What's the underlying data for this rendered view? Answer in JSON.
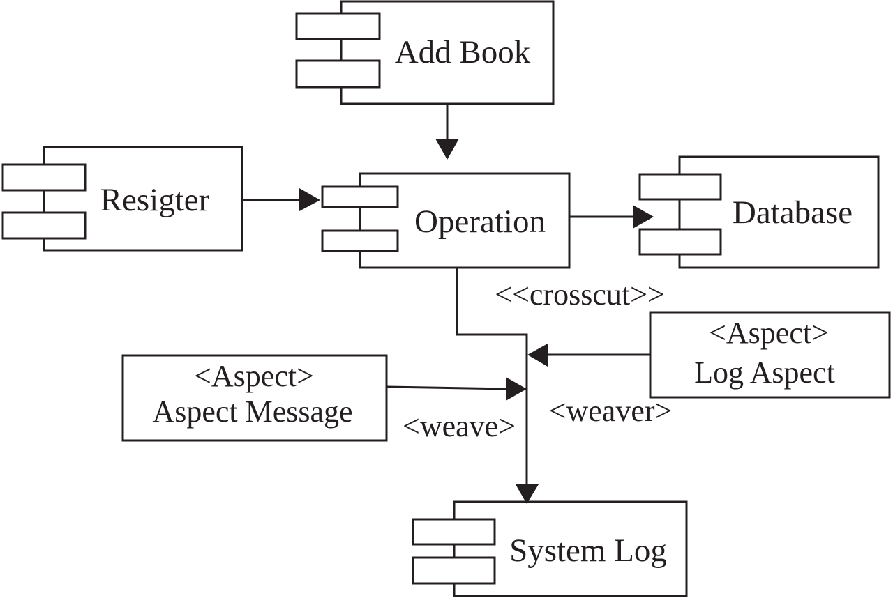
{
  "diagram": {
    "type": "UML component diagram with aspects",
    "components": {
      "add_book": "Add Book",
      "register": "Resigter",
      "operation": "Operation",
      "database": "Database",
      "system_log": "System Log"
    },
    "aspects": {
      "log_aspect": {
        "stereotype": "<Aspect>",
        "name": "Log Aspect"
      },
      "aspect_message": {
        "stereotype": "<Aspect>",
        "name": "Aspect Message"
      }
    },
    "edge_labels": {
      "crosscut": "<<crosscut>>",
      "weaver": "<weaver>",
      "weave": "<weave>"
    },
    "edges": [
      {
        "from": "Add Book",
        "to": "Operation"
      },
      {
        "from": "Resigter",
        "to": "Operation"
      },
      {
        "from": "Operation",
        "to": "Database"
      },
      {
        "from": "Operation",
        "to": "System Log",
        "label": "<<crosscut>>"
      },
      {
        "from": "Log Aspect",
        "to": "crosscut line",
        "label": "<weaver>"
      },
      {
        "from": "Aspect Message",
        "to": "crosscut line",
        "label": "<weave>"
      }
    ],
    "colors": {
      "stroke": "#231f20",
      "background": "#ffffff"
    }
  }
}
